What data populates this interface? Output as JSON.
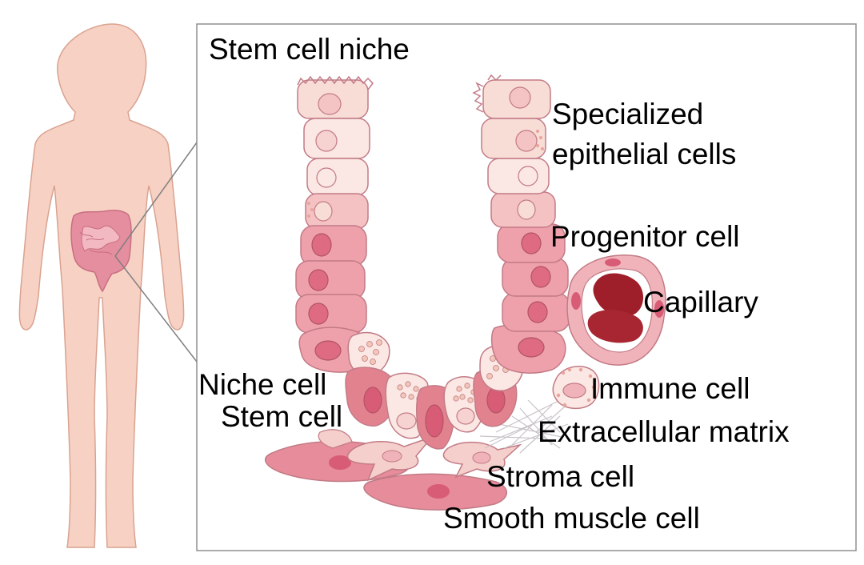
{
  "title": "Stem cell niche",
  "labels": {
    "specialized_line1": "Specialized",
    "specialized_line2": "epithelial cells",
    "progenitor": "Progenitor cell",
    "capillary": "Capillary",
    "niche_cell": "Niche cell",
    "stem_cell": "Stem cell",
    "immune_cell": "Immune cell",
    "ecm": "Extracellular matrix",
    "stroma_cell": "Stroma cell",
    "smooth_muscle": "Smooth muscle cell"
  },
  "colors": {
    "body": "#f7d2c4",
    "body_outline": "#d9a290",
    "colon": "#e58e9f",
    "cell_light": "#f8dcd6",
    "cell_mid": "#f0b3ba",
    "cell_dark": "#e3828f",
    "nucleus": "#d85c75",
    "outline": "#c27b86",
    "blood": "#9e1f2a",
    "frame": "#909090"
  }
}
